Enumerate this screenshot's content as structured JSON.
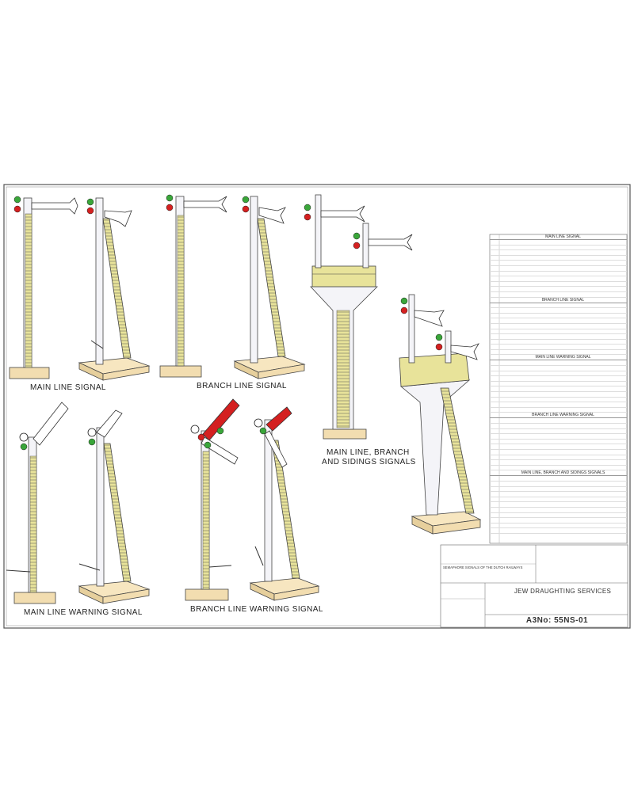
{
  "labels": {
    "main_line_signal": "MAIN LINE SIGNAL",
    "branch_line_signal": "BRANCH LINE SIGNAL",
    "main_line_branch_sidings_1": "MAIN LINE, BRANCH",
    "main_line_branch_sidings_2": "AND SIDINGS SIGNALS",
    "main_line_warning_signal": "MAIN LINE WARNING SIGNAL",
    "branch_line_warning_signal": "BRANCH LINE WARNING SIGNAL"
  },
  "schedule": {
    "sections": [
      {
        "title": "MAIN LINE SIGNAL"
      },
      {
        "title": "BRANCH LINE SIGNAL"
      },
      {
        "title": "MAIN LINE WARNING SIGNAL"
      },
      {
        "title": "BRANCH LINE WARNING SIGNAL"
      },
      {
        "title": "MAIN LINE, BRANCH AND SIDINGS SIGNALS"
      }
    ]
  },
  "title_block": {
    "company": "JEW DRAUGHTING SERVICES",
    "drawing_number": "A3No: 55NS-01",
    "description": "SEMAPHORE SIGNALS OF THE DUTCH RAILWAYS"
  },
  "colors": {
    "border": "#555555",
    "ladder": "#e8e39a",
    "base": "#f2ddb0",
    "arm_white": "#ffffff",
    "arm_red": "#d42020",
    "lamp_green": "#3aa63a",
    "lamp_red": "#d42020",
    "post": "#f4f4f8"
  }
}
